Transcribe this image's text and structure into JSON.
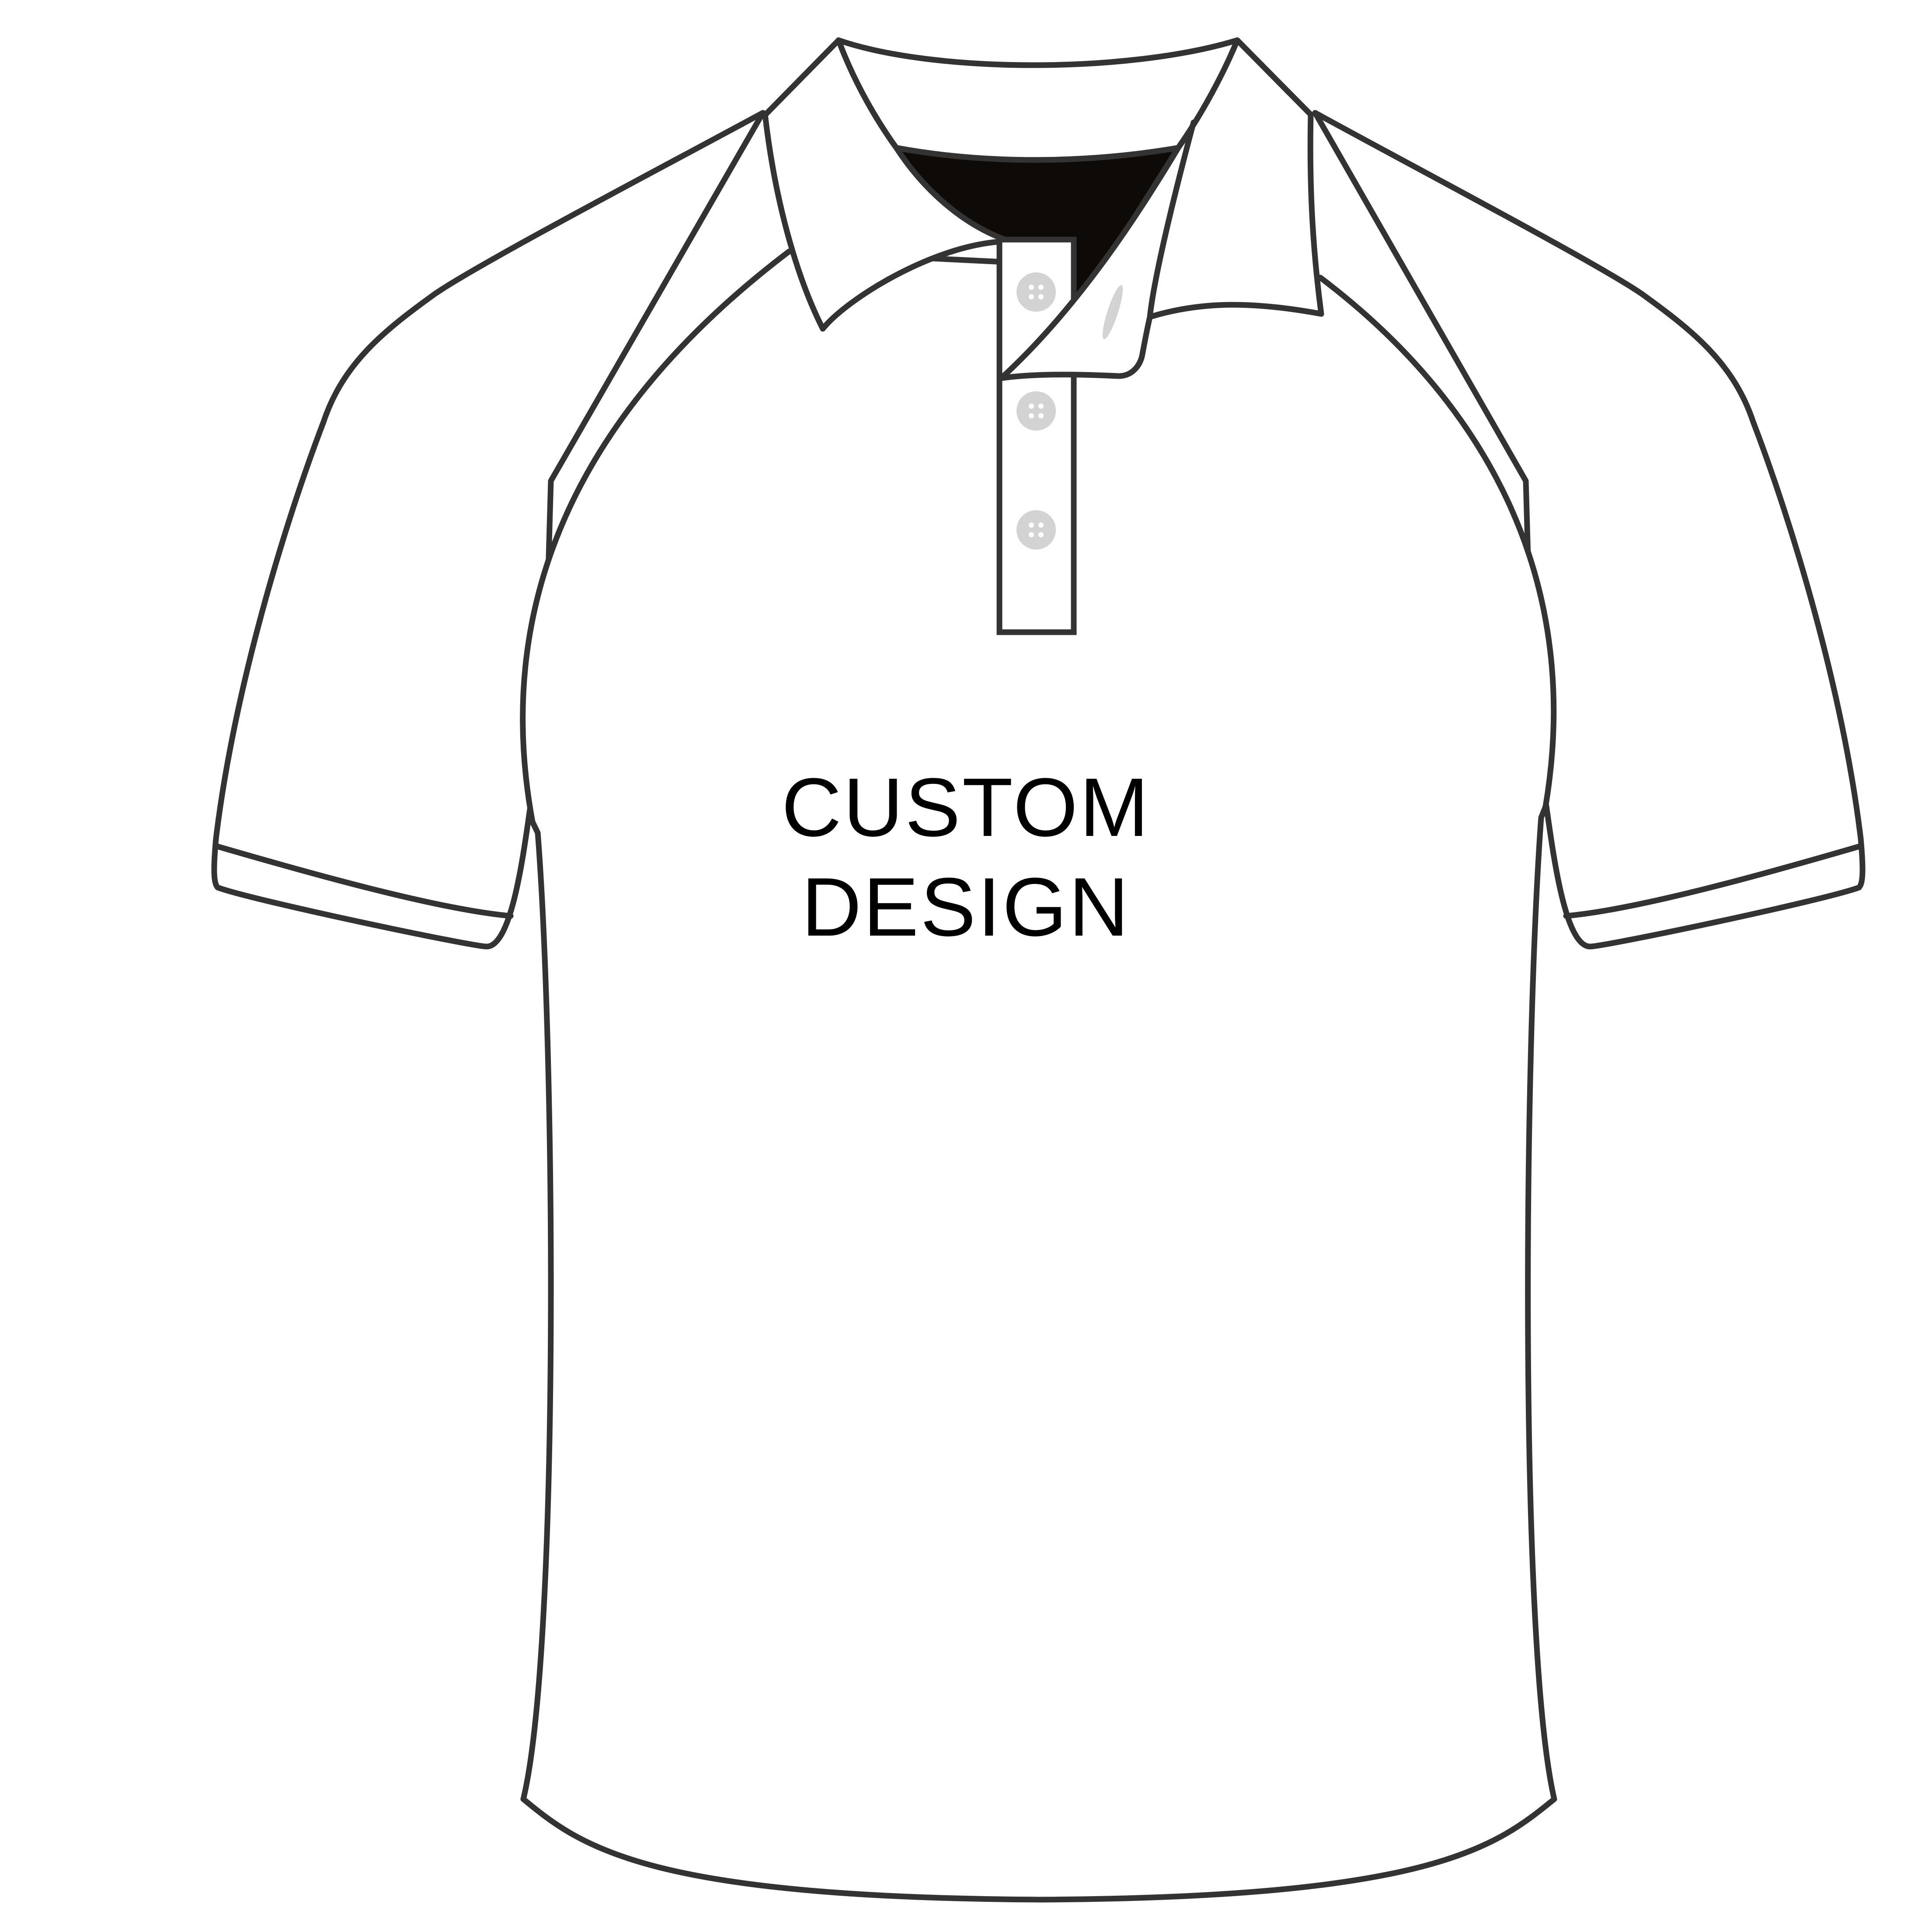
{
  "design_label": {
    "line1": "CUSTOM",
    "line2": "DESIGN"
  },
  "garment": {
    "type": "polo-shirt",
    "view": "front",
    "button_count": 3
  },
  "colors": {
    "outline": "#333333",
    "fabric": "#ffffff",
    "inner_collar": "#0d0a08",
    "button": "#d3d3d3",
    "button_hole": "#ffffff",
    "text": "#000000"
  }
}
